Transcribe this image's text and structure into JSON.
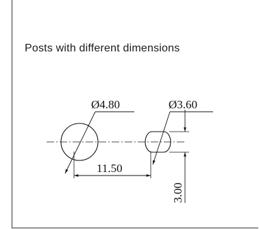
{
  "title": "Posts with different dimensions",
  "dimensions": {
    "large_diameter": "Ø4.80",
    "small_diameter": "Ø3.60",
    "spacing": "11.50",
    "height": "3.00"
  },
  "colors": {
    "line": "#111111",
    "frame": "#333333",
    "background": "#ffffff"
  }
}
